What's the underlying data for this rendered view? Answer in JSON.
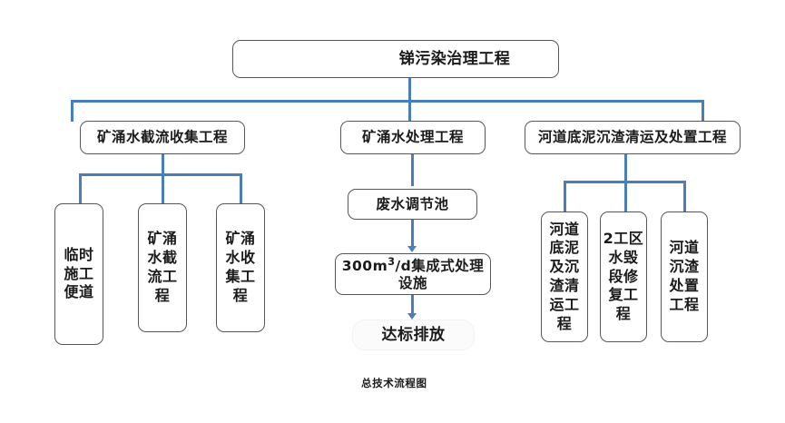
{
  "diagram": {
    "caption": "总技术流程图",
    "accent_color": "#4a7ebb",
    "border_color": "#555759",
    "root": {
      "label": "锑污染治理工程"
    },
    "branches": [
      {
        "id": "branch-water-interception",
        "label": "矿涌水截流收集工程",
        "children": [
          {
            "id": "temp-road",
            "label": "临时施工便道"
          },
          {
            "id": "water-interception-works",
            "label": "矿涌水截流工程"
          },
          {
            "id": "water-collection-works",
            "label": "矿涌水收集工程"
          }
        ]
      },
      {
        "id": "branch-water-treatment",
        "label": "矿涌水处理工程",
        "children": [
          {
            "id": "regulating-tank",
            "label": "废水调节池"
          },
          {
            "id": "integrated-facility",
            "label": "300m³/d集成式处理设施"
          },
          {
            "id": "compliant-discharge",
            "label": "达标排放"
          }
        ]
      },
      {
        "id": "branch-river-sediment",
        "label": "河道底泥沉渣清运及处置工程",
        "children": [
          {
            "id": "sediment-haulage",
            "label": "河道底泥及沉渣清运工程"
          },
          {
            "id": "zone2-repair",
            "label": "2工区水毁段修复工程"
          },
          {
            "id": "sediment-disposal",
            "label": "河道沉渣处置工程"
          }
        ]
      }
    ]
  }
}
